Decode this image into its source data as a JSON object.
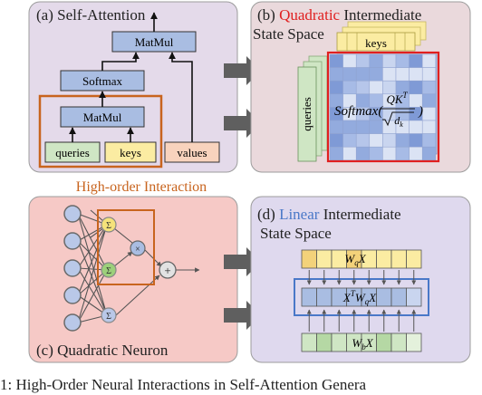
{
  "colors": {
    "panel_attention": "#e4daea",
    "panel_quadratic": "#ead9dc",
    "panel_neuron": "#f6c9c6",
    "panel_linear": "#dfd9ee",
    "box_blue": "#a9bde2",
    "box_green": "#cfe6c4",
    "box_yellow": "#fbeca2",
    "box_peach": "#f8d3bd",
    "accent_red": "#e02020",
    "accent_blue": "#4a78c8",
    "accent_orange": "#c8641e",
    "arrow_gray": "#5f5f5f"
  },
  "panel_a": {
    "title": "(a) Self-Attention",
    "matmul_top": "MatMul",
    "softmax": "Softmax",
    "matmul_bottom": "MatMul",
    "queries": "queries",
    "keys": "keys",
    "values": "values"
  },
  "panel_b": {
    "title_prefix": "(b) ",
    "title_highlight": "Quadratic",
    "title_suffix": " Intermediate",
    "title_line2": "State Space",
    "keys": "keys",
    "queries": "queries",
    "formula_text": "Softmax(",
    "formula_num": "QK",
    "formula_num_sup": "T",
    "formula_den": "d",
    "formula_den_sub": "k",
    "formula_close": ")"
  },
  "middle_label": "High-order Interaction",
  "panel_c": {
    "title": "(c) Quadratic Neuron",
    "node_symbol": "Σ",
    "product_symbol": "×",
    "plus_symbol": "+"
  },
  "panel_d": {
    "title_prefix": "(d) ",
    "title_highlight": "Linear",
    "title_suffix": " Intermediate",
    "title_line2": "State Space",
    "row_top": "W",
    "row_top_sub": "q",
    "row_top_x": "X",
    "row_mid_pre": "X",
    "row_mid_sup": "T",
    "row_mid_w": "W",
    "row_mid_sub": "q",
    "row_mid_x": "X",
    "row_bot": "W",
    "row_bot_sub": "b",
    "row_bot_x": "X"
  },
  "caption": "1: High-Order Neural Interactions in Self-Attention Genera"
}
